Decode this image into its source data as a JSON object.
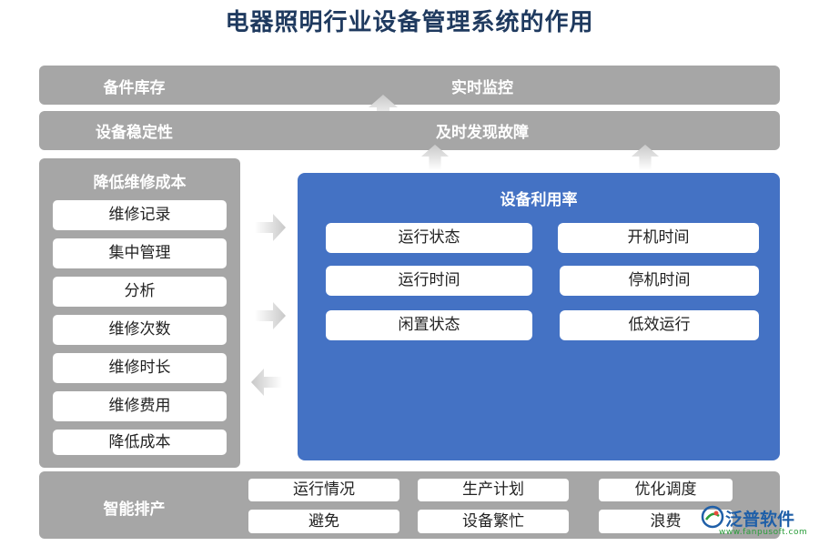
{
  "title": "电器照明行业设备管理系统的作用",
  "top_bar": {
    "left_label": "备件库存",
    "center_label": "实时监控"
  },
  "second_bar": {
    "left_label": "设备稳定性",
    "center_label": "及时发现故障"
  },
  "left_panel": {
    "title": "降低维修成本",
    "items": [
      "维修记录",
      "集中管理",
      "分析",
      "维修次数",
      "维修时长",
      "维修费用",
      "降低成本"
    ]
  },
  "blue_panel": {
    "title": "设备利用率",
    "items": [
      "运行状态",
      "开机时间",
      "运行时间",
      "停机时间",
      "闲置状态",
      "低效运行"
    ]
  },
  "bottom_bar": {
    "label": "智能排产",
    "items": [
      "运行情况",
      "生产计划",
      "优化调度",
      "避免",
      "设备繁忙",
      "浪费"
    ]
  },
  "logo": {
    "name": "泛普软件",
    "url_text": "www.fanpusoft.com"
  },
  "colors": {
    "gray": "#a6a6a6",
    "blue": "#4472c4",
    "title": "#1f3a5f"
  }
}
